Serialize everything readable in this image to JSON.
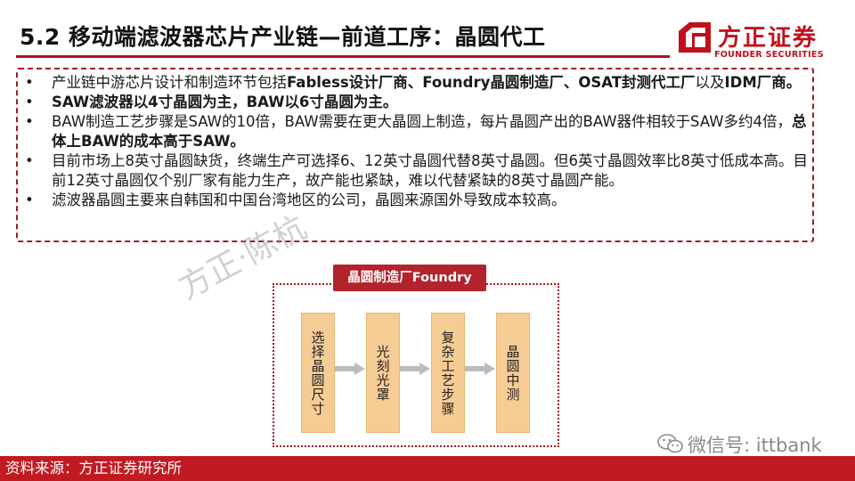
{
  "header": {
    "title": "5.2 移动端滤波器芯片产业链—前道工序：晶圆代工",
    "logo_cn": "方正证券",
    "logo_en": "FOUNDER SECURITIES"
  },
  "bullets": {
    "marker": "•",
    "b1_a": "产业链中游芯片设计和制造环节包括",
    "b1_b": "Fabless设计厂商、Foundry晶圆制造厂、OSAT封测代工厂",
    "b1_c": "以及",
    "b1_d": "IDM厂商。",
    "b2": "SAW滤波器以4寸晶圆为主，BAW以6寸晶圆为主。",
    "b3_a": "BAW制造工艺步骤是SAW的10倍，BAW需要在更大晶圆上制造，每片晶圆产出的BAW器件相较于SAW多约4倍，",
    "b3_b": "总体上BAW的成本高于SAW。",
    "b4": "目前市场上8英寸晶圆缺货，终端生产可选择6、12英寸晶圆代替8英寸晶圆。但6英寸晶圆效率比8英寸低成本高。目前12英寸晶圆仅个别厂家有能力生产，故产能也紧缺，难以代替紧缺的8英寸晶圆产能。",
    "b5": "滤波器晶圆主要来自韩国和中国台湾地区的公司，晶圆来源国外导致成本较高。"
  },
  "watermark": "方正·陈杭",
  "diagram": {
    "label": "晶圆制造厂Foundry",
    "steps": [
      "选择晶圆尺寸",
      "光刻光罩",
      "复杂工艺步骤",
      "晶圆中测"
    ]
  },
  "wechat": "微信号: ittbank",
  "footer": "资料来源：方正证券研究所",
  "colors": {
    "brand_red": "#c21a22",
    "step_fill": "#f6cc95",
    "arrow": "#bcbcbc"
  }
}
